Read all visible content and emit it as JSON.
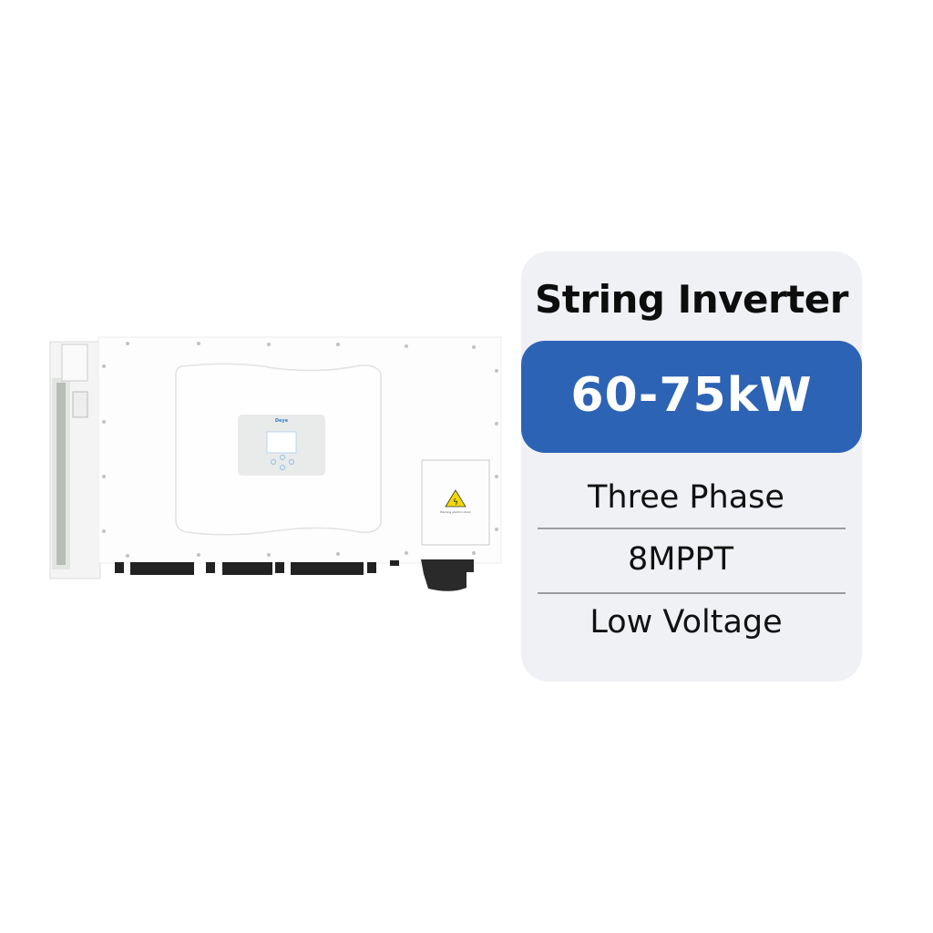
{
  "product_image": {
    "brand_logo": "Deye",
    "warning_label": "Warning electric shock"
  },
  "spec_card": {
    "title": "String Inverter",
    "power_range": "60-75kW",
    "specs": [
      "Three Phase",
      "8MPPT",
      "Low Voltage"
    ]
  },
  "colors": {
    "card_background": "#f0f1f5",
    "accent_blue": "#2d63b5",
    "warning_yellow": "#f4d800"
  }
}
